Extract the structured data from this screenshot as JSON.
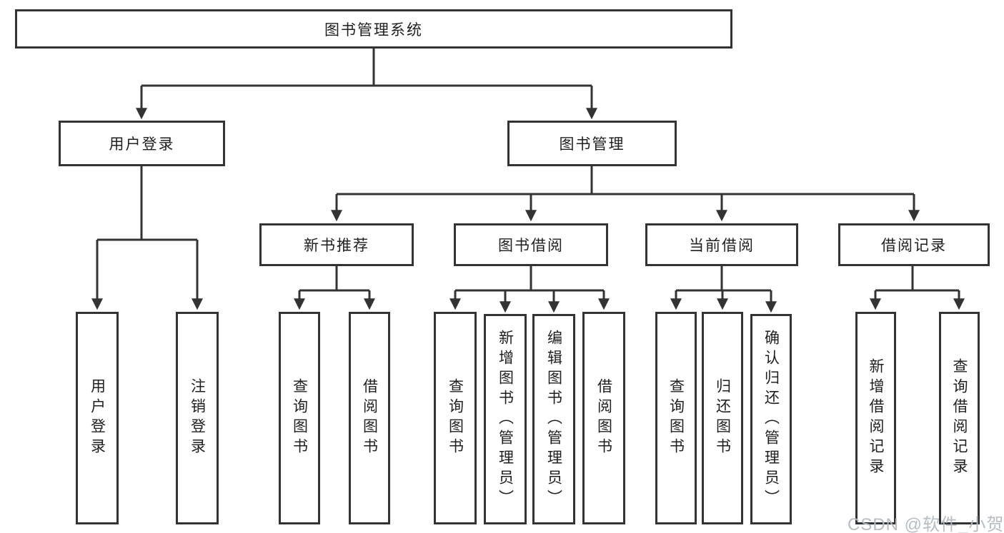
{
  "diagram": {
    "root": {
      "label": "图书管理系统"
    },
    "level2": [
      {
        "label": "用户登录"
      },
      {
        "label": "图书管理"
      }
    ],
    "level3": [
      {
        "label": "新书推荐"
      },
      {
        "label": "图书借阅"
      },
      {
        "label": "当前借阅"
      },
      {
        "label": "借阅记录"
      }
    ],
    "leaves": {
      "user": [
        "用户登录",
        "注销登录"
      ],
      "newbook": [
        "查询图书",
        "借阅图书"
      ],
      "borrow": [
        "查询图书",
        "新增图书（管理员）",
        "编辑图书（管理员）",
        "借阅图书"
      ],
      "current": [
        "查询图书",
        "归还图书",
        "确认归还（管理员）"
      ],
      "records": [
        "新增借阅记录",
        "查询借阅记录"
      ]
    }
  },
  "watermark": {
    "text": "CSDN @软件_小贺同学"
  },
  "colors": {
    "line": "#333333",
    "text": "#1f1f1f",
    "watermark": "#b4bac0",
    "background": "#ffffff"
  }
}
